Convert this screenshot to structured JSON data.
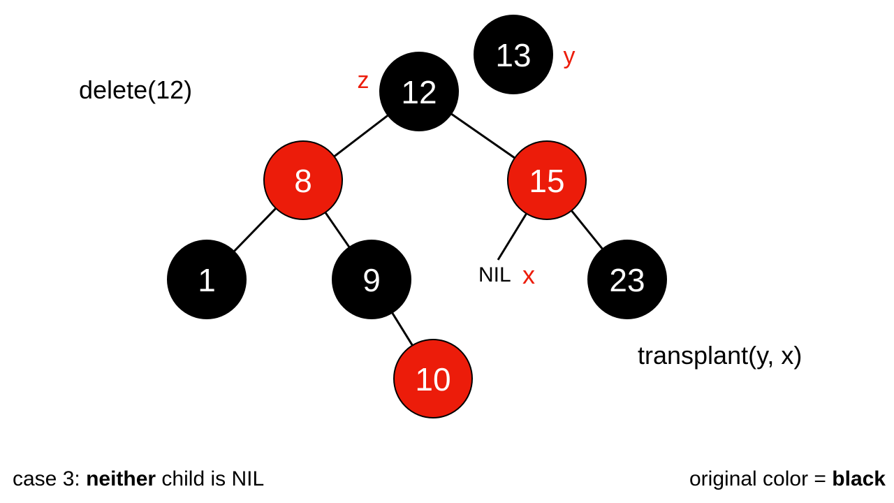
{
  "operation": "delete(12)",
  "sub_operation": "transplant(y, x)",
  "caption_left": {
    "prefix": "case 3: ",
    "bold": "neither",
    "suffix": " child is NIL"
  },
  "caption_right": {
    "prefix": "original color = ",
    "bold": "black"
  },
  "colors": {
    "red": "#ec1c0a",
    "black": "#000000",
    "edge": "#000000",
    "node_text": "#ffffff"
  },
  "nodes": [
    {
      "id": "n12",
      "key": "12",
      "color": "black",
      "tag": "z"
    },
    {
      "id": "n8",
      "key": "8",
      "color": "red"
    },
    {
      "id": "n15",
      "key": "15",
      "color": "red"
    },
    {
      "id": "n1",
      "key": "1",
      "color": "black"
    },
    {
      "id": "n9",
      "key": "9",
      "color": "black"
    },
    {
      "id": "n23",
      "key": "23",
      "color": "black"
    },
    {
      "id": "n10",
      "key": "10",
      "color": "red"
    },
    {
      "id": "n13",
      "key": "13",
      "color": "black",
      "tag": "y"
    }
  ],
  "nil_node": {
    "label": "NIL",
    "tag": "x"
  },
  "edges": [
    [
      "n12",
      "n8"
    ],
    [
      "n12",
      "n15"
    ],
    [
      "n8",
      "n1"
    ],
    [
      "n8",
      "n9"
    ],
    [
      "n9",
      "n10"
    ],
    [
      "n15",
      "nil"
    ],
    [
      "n15",
      "n23"
    ]
  ]
}
